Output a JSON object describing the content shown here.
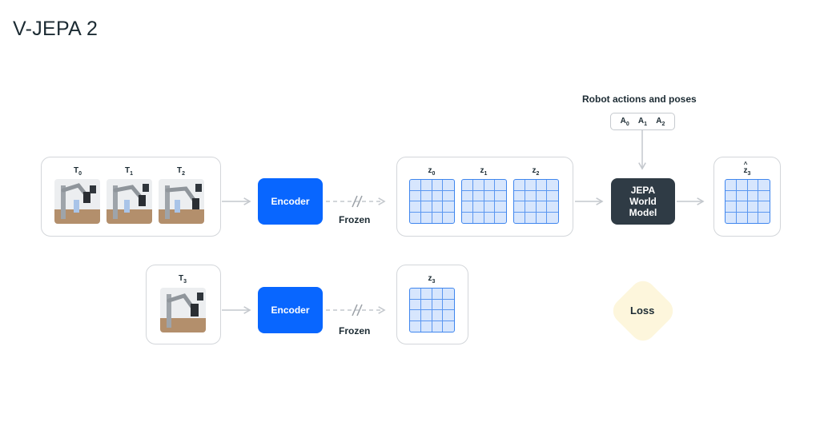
{
  "title": "V-JEPA 2",
  "frames": [
    {
      "label": "T",
      "sub": "0"
    },
    {
      "label": "T",
      "sub": "1"
    },
    {
      "label": "T",
      "sub": "2"
    }
  ],
  "frame_target": {
    "label": "T",
    "sub": "3"
  },
  "encoder_label": "Encoder",
  "frozen_label": "Frozen",
  "latents": [
    {
      "label": "z",
      "sub": "0"
    },
    {
      "label": "z",
      "sub": "1"
    },
    {
      "label": "z",
      "sub": "2"
    }
  ],
  "latent_target": {
    "label": "z",
    "sub": "3"
  },
  "prediction": {
    "label": "z",
    "sub": "3"
  },
  "world_model": {
    "line1": "JEPA",
    "line2": "World",
    "line3": "Model"
  },
  "actions_title": "Robot actions and poses",
  "actions": [
    {
      "label": "A",
      "sub": "0"
    },
    {
      "label": "A",
      "sub": "1"
    },
    {
      "label": "A",
      "sub": "2"
    }
  ],
  "loss_label": "Loss",
  "colors": {
    "encoder": "#0866ff",
    "world_model": "#2f3b45",
    "latent_fill": "#d7e6fd",
    "latent_line": "#3f86ee",
    "loss_fill": "#fdf6dc",
    "panel_border": "#d3d6da"
  }
}
